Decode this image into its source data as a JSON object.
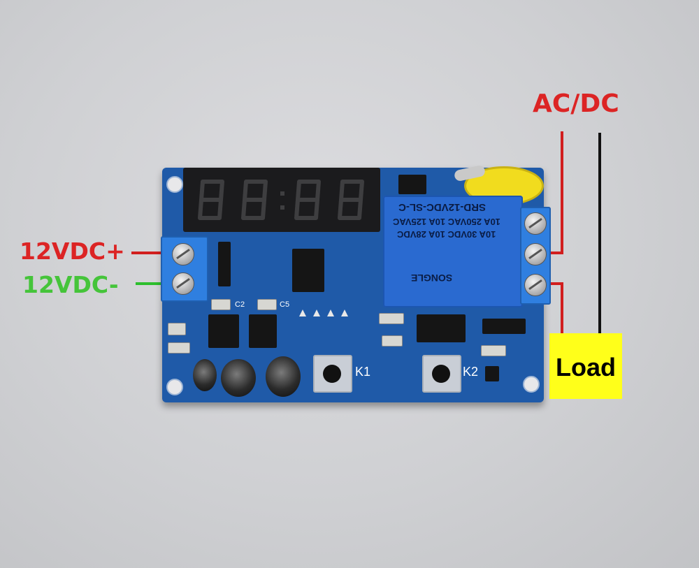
{
  "labels": {
    "ac_dc": "AC/DC",
    "vdc_plus": "12VDC+",
    "vdc_minus": "12VDC-",
    "load": "Load"
  },
  "board": {
    "relay_line1": "SRD-12VDC-SL-C",
    "relay_line2": "10A 250VAC 10A 125VAC",
    "relay_line3": "10A 30VDC 10A 28VDC",
    "relay_brand": "SONGLE",
    "button_k1": "K1",
    "button_k2": "K2",
    "cap_c2": "C2",
    "cap_c5": "C5"
  },
  "colors": {
    "wire_positive": "#d11e1e",
    "wire_negative": "#2dbf2d",
    "wire_load": "#111111",
    "load_box": "#ffff1a",
    "pcb": "#1f5aa8"
  }
}
